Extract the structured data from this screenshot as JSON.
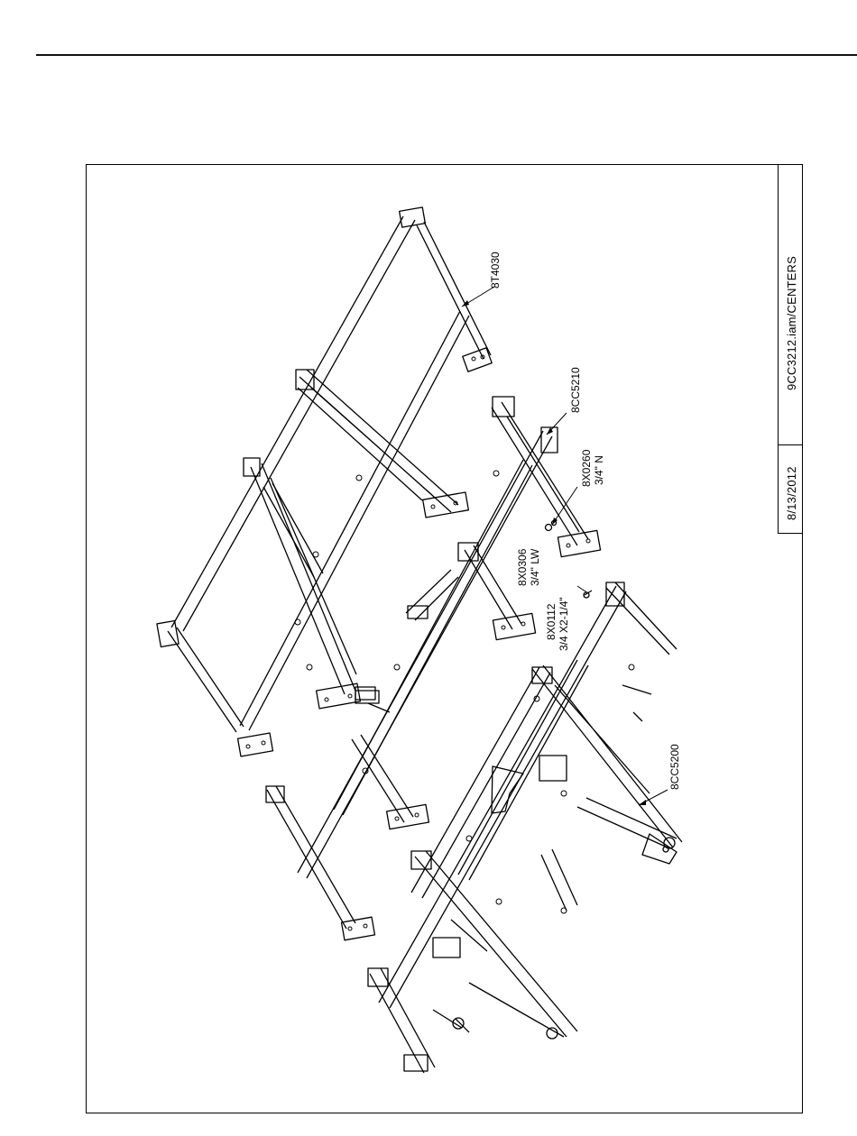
{
  "title_block": {
    "filename": "9CC3212.iam/CENTERS",
    "date": "8/13/2012"
  },
  "callouts": {
    "frame_upper": "8T4030",
    "frame_middle": "8CC5210",
    "nut_part": "8X0260",
    "nut_spec": "3/4\" N",
    "washer_part": "8X0306",
    "washer_spec": "3/4\" LW",
    "bolt_part": "8X0112",
    "bolt_spec": "3/4 X2-1/4\"",
    "frame_lower": "8CC5200"
  }
}
